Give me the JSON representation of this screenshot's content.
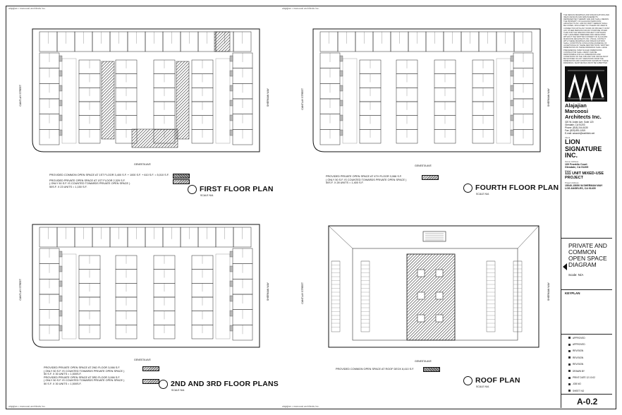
{
  "header": {
    "firm_tag": "alajajian • marcoosi architects inc."
  },
  "plans": [
    {
      "id": "first",
      "title": "FIRST FLOOR PLAN",
      "scale": "SCALE N/A",
      "street_left": "CANTLAY STREET",
      "street_right": "SHERMAN WAY",
      "street_bottom": "GENESTA AVE",
      "notes": [
        "PROVIDED COMMON OPEN SPACE AT 1ST FLOOR     3,400 S.F. + 1000 S.F. + 610 S.F. = 5,010 S.F.",
        "PROVIDED PRIVATE OPEN SPACE AT 1ST FLOOR     2,329 S.F.",
        "( ONLY 50 S.F. IS COUNTED TOWARDS PRIVATE OPEN SPACE )",
        "50S.F. X 23 UNITS = 1,150 S.F."
      ]
    },
    {
      "id": "fourth",
      "title": "FOURTH FLOOR PLAN",
      "scale": "SCALE N/A",
      "street_left": "CANTLAY STREET",
      "street_right": "SHERMAN WAY",
      "street_bottom": "GENESTA AVE",
      "notes": [
        "PROVIDED PRIVATE OPEN SPACE AT 4TH FLOOR     3,066 S.F.",
        "( ONLY 50 S.F. IS COUNTED TOWARDS PRIVATE OPEN SPACE )",
        "50S.F. X 28 UNITS = 1,400 S.F."
      ]
    },
    {
      "id": "second",
      "title": "2ND AND 3RD FLOOR PLANS",
      "scale": "SCALE N/A",
      "street_left": "CANTLAY STREET",
      "street_right": "SHERMAN WAY",
      "street_bottom": "GENESTA AVE",
      "notes": [
        "PROVIDED PRIVATE OPEN SPACE AT 2ND FLOOR     3,066 S.F.",
        "( ONLY 50 S.F. IS COUNTED TOWARDS PRIVATE OPEN SPACE )",
        "50 S.F. X 30 UNITS = 1,500S.F.",
        "",
        "PROVIDED PRIVATE OPEN SPACE AT 3RD FLOOR     3,066 S.F.",
        "( ONLY 50 S.F. IS COUNTED TOWARDS PRIVATE OPEN SPACE )",
        "50 S.F. X 30 UNITS = 1,500S.F."
      ]
    },
    {
      "id": "roof",
      "title": "ROOF PLAN",
      "scale": "SCALE N/A",
      "street_left": "CANTLAY STREET",
      "street_right": "SHERMAN WAY",
      "street_bottom": "GENESTA AVE",
      "notes": [
        "PROVIDED COMMON OPEN SPACE AT ROOF DECK     8,410 S.F."
      ]
    }
  ],
  "titleblock": {
    "legal": "THE DESIGN DRAWINGS AND SPECIFICATIONS AND IDEAS DESIGNS AND ARRANGEMENTS REPRESENTED THEREBY ARE AND SHALL REMAIN THE PROPERTY OF ALAJAJIAN MARCOOSI ARCHITECTS INC. AND NO PART THEREOF SHALL BE COPIED, DISCLOSED TO OTHERS OR USED IN CONNECTION WITH ANY WORK OR PROJECT OR BY ANY OTHER PERSON FOR ANY PURPOSE OTHER THAN FOR THE SPECIFIC PROJECT FOR WHICH THEY HAVE BEEN PREPARED AND DEVELOPED WITHOUT THE WRITTEN CONSENT OF ALAJAJIAN MARCOOSI ARCHITECTS INC. VISUAL CONTACT WITH THESE DRAWINGS AND SPECIFICATIONS SHALL CONSTITUTE CONCLUSIVE EVIDENCE OF ACCEPTANCE OF THESE RESTRICTIONS. WRITTEN DIMENSIONS ON THESE DRAWINGS SHALL HAVE PRECEDENCE OVER SCALED DIMENSIONS. CONTRACTOR SHALL VERIFY AND BE RESPONSIBLE FOR ALL DIMENSIONS AND CONDITIONS ON THE JOB AND THIS OFFICE MUST BE NOTIFIED OF ANY VARIATIONS FROM THE DIMENSIONS AND CONDITIONS SHOWN BY THESE DRAWINGS. SHOP DETAILS MUST BE SUBMITTED TO THIS OFFICE FOR APPROVAL BEFORE PROCEEDING WITH THE FABRICATION.",
    "firm_name": "Alajajian Marcoosi Architects Inc.",
    "firm_address": [
      "320 W. Arden Ave.    Suite 120",
      "Glendale, CA 91203",
      "Phone: (818) 244-6130",
      "Fax:    (818) 551-1815",
      "E-mail: amarch@earthlink.net"
    ],
    "client_label": "Client",
    "client": "LION SIGNATURE INC.",
    "owner_label": "Owner Address",
    "owner_address": [
      "100 Franklin Court",
      "Glendale, CA 91205"
    ],
    "project_label": "Project",
    "project": "111 UNIT MIXED-USE PROJECT",
    "project_address_label": "Project Address",
    "project_address": [
      "15040-15050 W.SHERMAN WAY",
      "LOS ANGELES, CA 91405"
    ],
    "sheet_title": "PRIVATE AND COMMON OPEN SPACE DIAGRAM",
    "scale": "Scale: N/A",
    "keyplan": "KEYPLAN",
    "revisions": [
      "APPROVED",
      "APPROVED",
      "REVISION",
      "REVISION",
      "REVISION",
      "DRAWN BY",
      "PRINT DATE   12.10.02",
      "JOB NO",
      "SHEET NO"
    ],
    "sheet_number": "A-0.2"
  }
}
